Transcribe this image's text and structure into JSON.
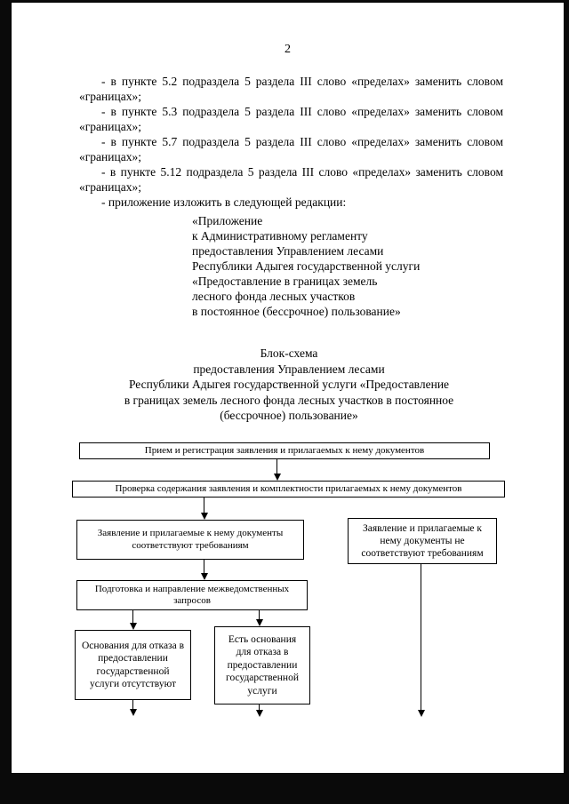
{
  "colors": {
    "ink": "#000000",
    "paper": "#ffffff"
  },
  "page": {
    "number": "2"
  },
  "amendments": [
    "- в пункте 5.2 подраздела 5 раздела III слово «пределах» заменить словом «границах»;",
    "- в пункте 5.3 подраздела 5 раздела III слово «пределах» заменить словом «границах»;",
    "- в пункте 5.7 подраздела 5 раздела III слово «пределах» заменить словом «границах»;",
    "- в пункте 5.12 подраздела 5 раздела III слово «пределах» заменить словом «границах»;",
    "- приложение изложить в следующей редакции:"
  ],
  "annex": {
    "lines": [
      "«Приложение",
      "к Административному регламенту",
      "предоставления Управлением лесами",
      "Республики Адыгея государственной услуги",
      "«Предоставление в границах земель",
      "лесного фонда лесных участков",
      "в постоянное (бессрочное) пользование»"
    ]
  },
  "scheme_title": {
    "lines": [
      "Блок-схема",
      "предоставления Управлением лесами",
      "Республики Адыгея государственной услуги «Предоставление",
      "в границах земель лесного фонда лесных участков в постоянное",
      "(бессрочное) пользование»"
    ]
  },
  "flowchart": {
    "boxes": [
      {
        "text": "Прием и регистрация заявления и прилагаемых к нему документов"
      },
      {
        "text": "Проверка содержания заявления и комплектности прилагаемых к нему документов"
      },
      {
        "text": "Заявление и прилагаемые к нему документы соответствуют требованиям"
      },
      {
        "text": "Заявление и прилагаемые к нему документы не соответствуют требованиям"
      },
      {
        "text": "Подготовка и направление межведомственных запросов"
      },
      {
        "text": "Основания для отказа в предоставлении государственной услуги отсутствуют"
      },
      {
        "text": "Есть основания для отказа в предоставлении государственной услуги"
      }
    ]
  }
}
